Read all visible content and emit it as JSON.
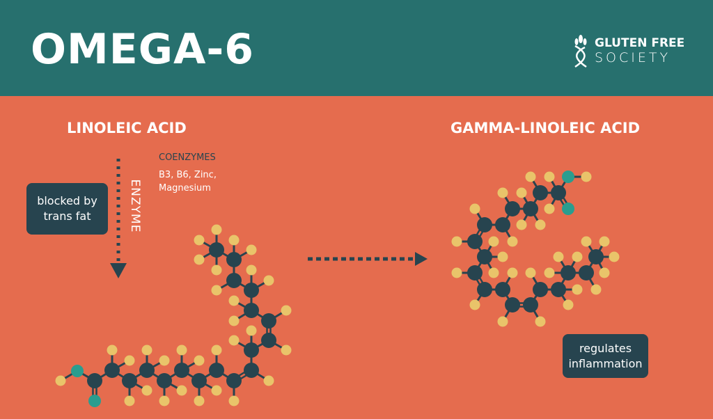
{
  "header": {
    "title": "OMEGA-6",
    "logo": {
      "line1": "GLUTEN FREE",
      "line2": "SOCIETY",
      "icon": "wheat-dna-icon"
    }
  },
  "left": {
    "title": "LINOLEIC ACID",
    "enzyme_label": "ENZYME",
    "blocked_note": "blocked by trans fat",
    "coenzymes_title": "COENZYMES",
    "coenzymes_list": "B3, B6, Zinc, Magnesium"
  },
  "right": {
    "title": "GAMMA-LINOLEIC ACID",
    "note": "regulates inflammation"
  },
  "colors": {
    "header": "#27706E",
    "background": "#E56C4E",
    "carbon": "#27444F",
    "hydrogen": "#E9C46A",
    "oxygen": "#2A9D8F"
  }
}
